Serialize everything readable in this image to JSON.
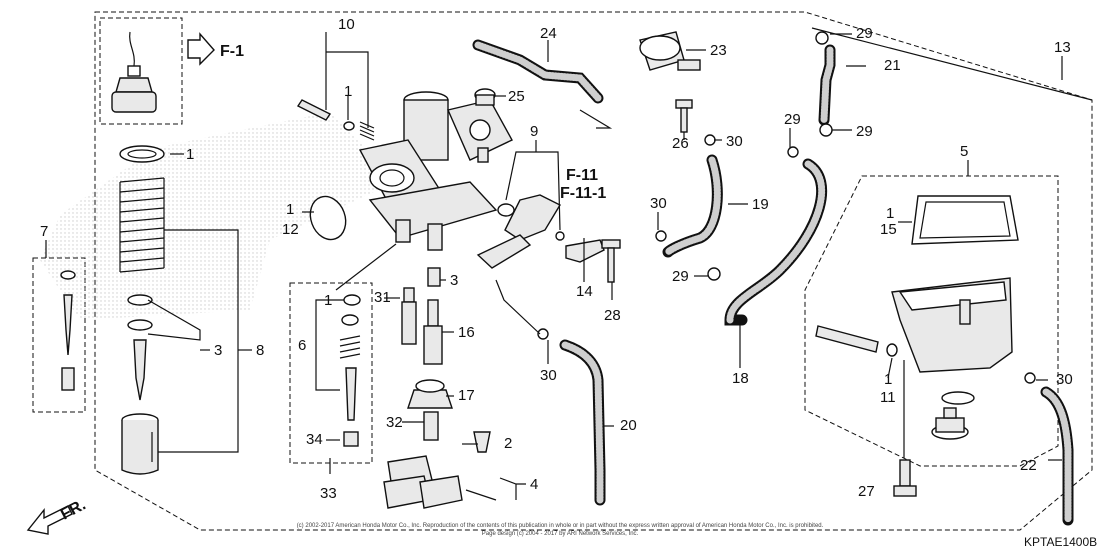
{
  "ref_labels": {
    "r1": "F-1",
    "r2": "F-11",
    "r3": "F-11-1"
  },
  "callouts": {
    "c1": "1",
    "c2": "2",
    "c3": "3",
    "c4": "4",
    "c5": "5",
    "c6": "6",
    "c7": "7",
    "c8": "8",
    "c9": "9",
    "c10": "10",
    "c11": "11",
    "c12": "12",
    "c13": "13",
    "c14": "14",
    "c15": "15",
    "c16": "16",
    "c17": "17",
    "c18": "18",
    "c19": "19",
    "c20": "20",
    "c21": "21",
    "c22": "22",
    "c23": "23",
    "c24": "24",
    "c25": "25",
    "c26": "26",
    "c27": "27",
    "c28": "28",
    "c29": "29",
    "c30": "30",
    "c31": "31",
    "c32": "32",
    "c33": "33",
    "c34": "34"
  },
  "front_label": "FR.",
  "diagram_code": "KPTAE1400B",
  "copyright": {
    "line1": "(c) 2002-2017 American Honda Motor Co., Inc. Reproduction of the contents of this publication in whole or in part without the express written approval of American Honda Motor Co., Inc. is prohibited.",
    "line2": "Page design (c) 2004 - 2017 by ARI Network Services, Inc."
  }
}
